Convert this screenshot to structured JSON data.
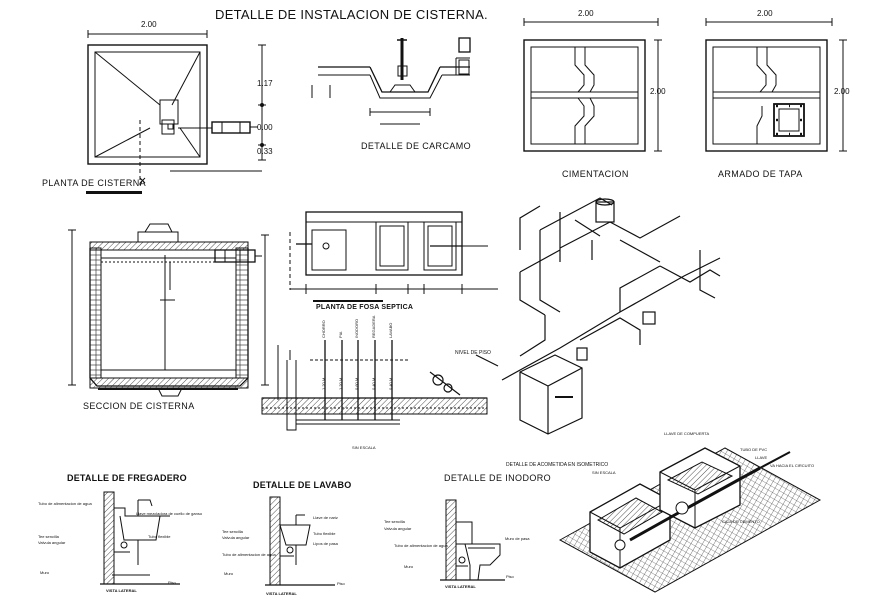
{
  "title": "DETALLE DE INSTALACION DE CISTERNA.",
  "planta_cisterna": {
    "caption": "PLANTA DE CISTERNA",
    "dim_width": "2.00",
    "dim_a": "1.17",
    "dim_b": "0.00",
    "dim_c": "0.33"
  },
  "carcamo": {
    "caption": "DETALLE DE CARCAMO"
  },
  "cimentacion": {
    "caption": "CIMENTACION",
    "dim_width": "2.00",
    "dim_height": "2.00"
  },
  "armado_tapa": {
    "caption": "ARMADO DE TAPA",
    "dim_width": "2.00",
    "dim_height": "2.00"
  },
  "seccion": {
    "caption": "SECCION DE CISTERNA"
  },
  "fosa": {
    "caption": "PLANTA DE FOSA SEPTICA"
  },
  "isometric": {
    "nivel_piso": "NIVEL DE PISO",
    "sin_escala": "SIN ESCALA"
  },
  "risers": {
    "labels": [
      "CHORRO",
      "PIA",
      "INODORO",
      "REGADERA",
      "LAVABO"
    ],
    "heights": [
      "1.20 M.",
      "1.20 M.",
      "0.60 M.",
      "0.40 M.",
      "0.40 M."
    ]
  },
  "fregadero": {
    "caption": "DETALLE DE FREGADERO",
    "vista": "VISTA LATERAL",
    "notes": [
      "Tubo de alimentacion de agua",
      "Tee sencilla",
      "Valvula angular",
      "Tubo flexible",
      "Llave mezcladora de cuello de ganso",
      "Muro",
      "Piso"
    ]
  },
  "lavabo": {
    "caption": "DETALLE DE LAVABO",
    "vista": "VISTA LATERAL",
    "notes": [
      "Tee sencilla",
      "Valvula angular",
      "Tubo de alimentacion de agua",
      "Llave de nariz",
      "Tubo flexible",
      "Lipos de pasa",
      "Muro",
      "Piso"
    ]
  },
  "inodoro": {
    "caption": "DETALLE DE INODORO",
    "vista": "VISTA LATERAL",
    "notes": [
      "Tee sencilla",
      "Valvula angular",
      "Tubo de alimentacion de agua",
      "Muro",
      "Piso",
      "Muro de pasa"
    ]
  },
  "acometida": {
    "caption": "DETALLE DE ACOMETIDA EN ISOMETRICO",
    "sin_escala": "SIN ESCALA",
    "notes": [
      "LLAVE DE COMPUERTA",
      "TUBO DE PVC",
      "LLAVE",
      "VA HACIA EL CIRCUITO",
      "CAJA DE CEMENTO"
    ]
  }
}
